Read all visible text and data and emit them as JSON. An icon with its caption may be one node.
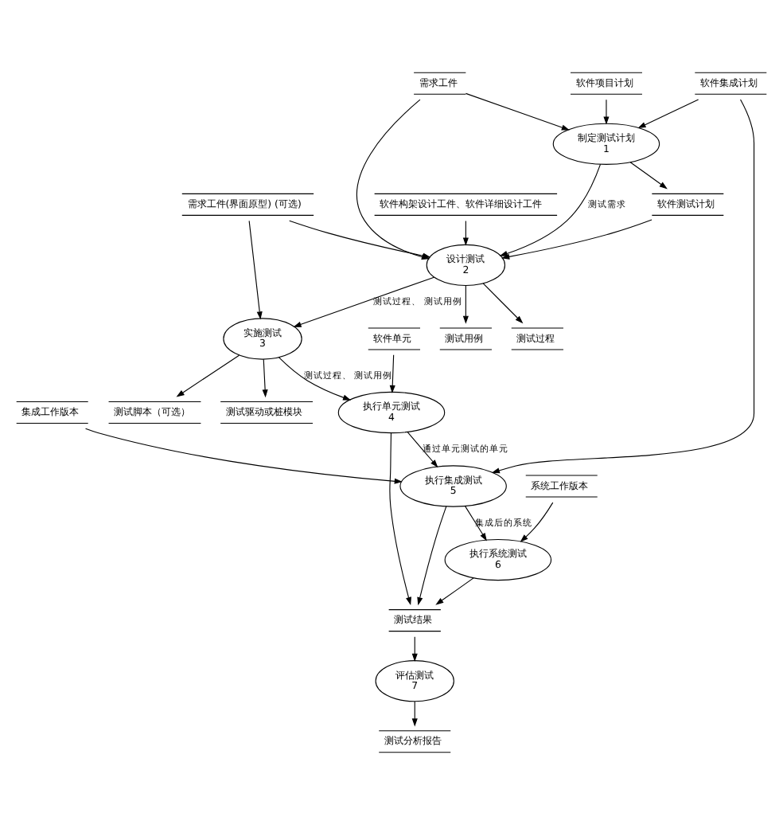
{
  "diagram": {
    "nodes": [
      {
        "text": [
          "软件项目计划"
        ]
      },
      {
        "text": [
          "制定测试计划",
          "1"
        ]
      },
      {
        "text": [
          "软件测试计划"
        ]
      },
      {
        "text": [
          "需求工件"
        ]
      },
      {
        "text": [
          "软件集成计划"
        ]
      },
      {
        "text": [
          "软件构架设计工件、软件详细设计工件"
        ]
      },
      {
        "text": [
          "设计测试",
          "2"
        ]
      },
      {
        "text": [
          "需求工件(界面原型) (可选)"
        ]
      },
      {
        "text": [
          "测试用例"
        ]
      },
      {
        "text": [
          "测试驱动或桩模块"
        ]
      },
      {
        "text": [
          "实施测试",
          "3"
        ]
      },
      {
        "text": [
          "测试脚本（可选）"
        ]
      },
      {
        "text": [
          "测试过程"
        ]
      },
      {
        "text": [
          "软件单元"
        ]
      },
      {
        "text": [
          "执行单元测试",
          "4"
        ]
      },
      {
        "text": [
          "集成工作版本"
        ]
      },
      {
        "text": [
          "执行集成测试",
          "5"
        ]
      },
      {
        "text": [
          "测试结果"
        ]
      },
      {
        "text": [
          "系统工作版本"
        ]
      },
      {
        "text": [
          "评估测试",
          "7"
        ]
      },
      {
        "text": [
          "测试分析报告"
        ]
      },
      {
        "text": [
          "执行系统测试",
          "6"
        ]
      }
    ],
    "edges": [
      {
        "from": 0,
        "to": 1,
        "arrow": "to"
      },
      {
        "from": 3,
        "to": 1,
        "arrow": "to"
      },
      {
        "from": 1,
        "to": 2,
        "arrow": "to"
      },
      {
        "from": 4,
        "to": 1,
        "arrow": "to"
      },
      {
        "from": 1,
        "to": 6,
        "arrow": "to",
        "label": "测试需求"
      },
      {
        "from": 3,
        "to": 6,
        "arrow": "to"
      },
      {
        "from": 5,
        "to": 6,
        "arrow": "to"
      },
      {
        "from": 2,
        "to": 6,
        "arrow": "to"
      },
      {
        "from": 7,
        "to": 6,
        "arrow": "to"
      },
      {
        "from": 6,
        "to": 8,
        "arrow": "to"
      },
      {
        "from": 6,
        "to": 12,
        "arrow": "to"
      },
      {
        "from": 6,
        "to": 10,
        "arrow": "to",
        "label": "测试过程、 测试用例"
      },
      {
        "from": 10,
        "to": 9,
        "arrow": "to"
      },
      {
        "from": 7,
        "to": 10,
        "arrow": "to"
      },
      {
        "from": 10,
        "to": 11,
        "arrow": "to"
      },
      {
        "from": 10,
        "to": 14,
        "arrow": "to",
        "label": "测试过程、 测试用例"
      },
      {
        "from": 13,
        "to": 14,
        "arrow": "to"
      },
      {
        "from": 14,
        "to": 17,
        "arrow": "to"
      },
      {
        "from": 14,
        "to": 16,
        "arrow": "to",
        "label": "通过单元测试的单元"
      },
      {
        "from": 15,
        "to": 16,
        "arrow": "to"
      },
      {
        "from": 4,
        "to": 16,
        "arrow": "to"
      },
      {
        "from": 16,
        "to": 17,
        "arrow": "to"
      },
      {
        "from": 16,
        "to": 21,
        "arrow": "to",
        "label": "集成后的系统"
      },
      {
        "from": 18,
        "to": 21,
        "arrow": "to"
      },
      {
        "from": 21,
        "to": 17,
        "arrow": "to"
      },
      {
        "from": 17,
        "to": 19,
        "arrow": "to"
      },
      {
        "from": 19,
        "to": 20,
        "arrow": "to"
      }
    ]
  }
}
